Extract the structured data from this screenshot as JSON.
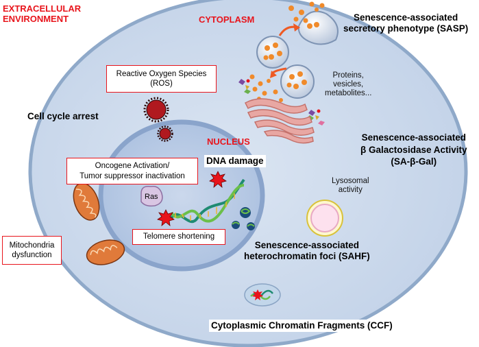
{
  "labels": {
    "extracellular": "EXTRACELLULAR\nENVIRONMENT",
    "cytoplasm": "CYTOPLASM",
    "nucleus": "NUCLEUS",
    "sasp": "Senescence-associated\nsecretory phenotype (SASP)",
    "cell_cycle": "Cell cycle arrest",
    "dna_damage": "DNA damage",
    "sa_beta_gal": "Senescence-associated\nβ Galactosidase Activity\n(SA-β-Gal)",
    "proteins": "Proteins,\nvesicles,\nmetabolites...",
    "lysosomal": "Lysosomal\nactivity",
    "sahf": "Senescence-associated\nheterochromatin foci (SAHF)",
    "ccf": "Cytoplasmic Chromatin Fragments (CCF)",
    "ras": "Ras"
  },
  "boxes": {
    "ros": "Reactive Oxygen Species\n(ROS)",
    "oncogene": "Oncogene Activation/\nTumor suppressor inactivation",
    "telomere": "Telomere shortening",
    "mito": "Mitochondria\ndysfunction"
  },
  "colors": {
    "cell_fill": "#c9d7ea",
    "cell_stroke": "#8fa9c9",
    "nucleus_fill": "#b6c8e2",
    "nucleus_stroke": "#8ca6cc",
    "accent_red": "#e8141b",
    "mitochondria": "#e07a3a",
    "vesicle": "#f08a2a"
  }
}
